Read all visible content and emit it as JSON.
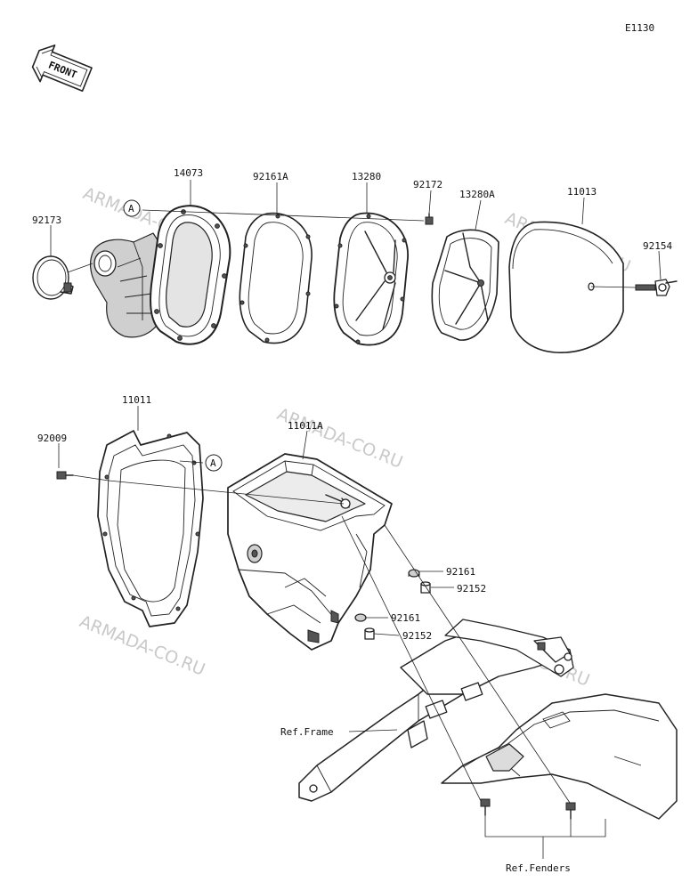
{
  "diagram_code": "E1130",
  "front_badge": "FRONT",
  "ref_marker": "A",
  "parts": {
    "p14073": "14073",
    "p92161A": "92161A",
    "p13280": "13280",
    "p92172": "92172",
    "p13280A": "13280A",
    "p11013": "11013",
    "p92173": "92173",
    "p92154": "92154",
    "p11011": "11011",
    "p92009": "92009",
    "p11011A": "11011A",
    "p92161_upper": "92161",
    "p92152_upper": "92152",
    "p92161_lower": "92161",
    "p92152_lower": "92152"
  },
  "refs": {
    "frame": "Ref.Frame",
    "fenders": "Ref.Fenders"
  },
  "watermark": "ARMADA-CO.RU"
}
